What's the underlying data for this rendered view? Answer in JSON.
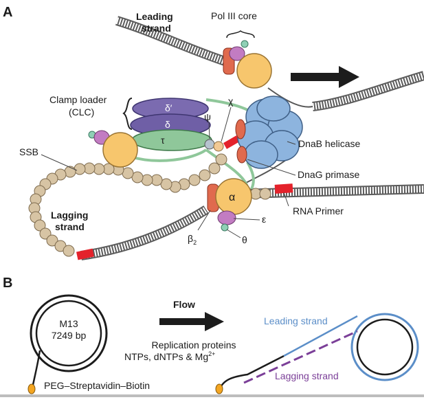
{
  "panel_a": {
    "letter": "A",
    "leading_strand": [
      "Leading",
      "strand"
    ],
    "pol3_core": "Pol III core",
    "clamp_loader": [
      "Clamp loader",
      "(CLC)"
    ],
    "delta_prime": "δ′",
    "delta": "δ",
    "tau": "τ",
    "psi": "ψ",
    "chi": "χ",
    "dnab": "DnaB helicase",
    "dnag": "DnaG primase",
    "ssb": "SSB",
    "alpha": "α",
    "lagging_strand": [
      "Lagging",
      "strand"
    ],
    "epsilon": "ε",
    "theta": "θ",
    "beta2": "β",
    "beta2_sub": "2",
    "rna_primer": "RNA Primer"
  },
  "panel_b": {
    "letter": "B",
    "m13": [
      "M13",
      "7249 bp"
    ],
    "flow": "Flow",
    "reagents_line1": "Replication proteins",
    "reagents_line2": "NTPs, dNTPs & Mg",
    "reagents_sup": "2+",
    "anchor": "PEG–Streptavidin–Biotin",
    "leading_strand": "Leading strand",
    "lagging_strand": "Lagging strand"
  },
  "colors": {
    "polymerase": "#f7c66d",
    "delta_purple": "#7b6bb0",
    "tau_green": "#8fc79a",
    "helicase_blue": "#8db4de",
    "ssb_bead": "#d7c4a4",
    "primer_red": "#e4222b",
    "leading_blue": "#5b8ec8",
    "lagging_purple": "#7b3f98",
    "clamp_orange": "#e06a4e"
  }
}
